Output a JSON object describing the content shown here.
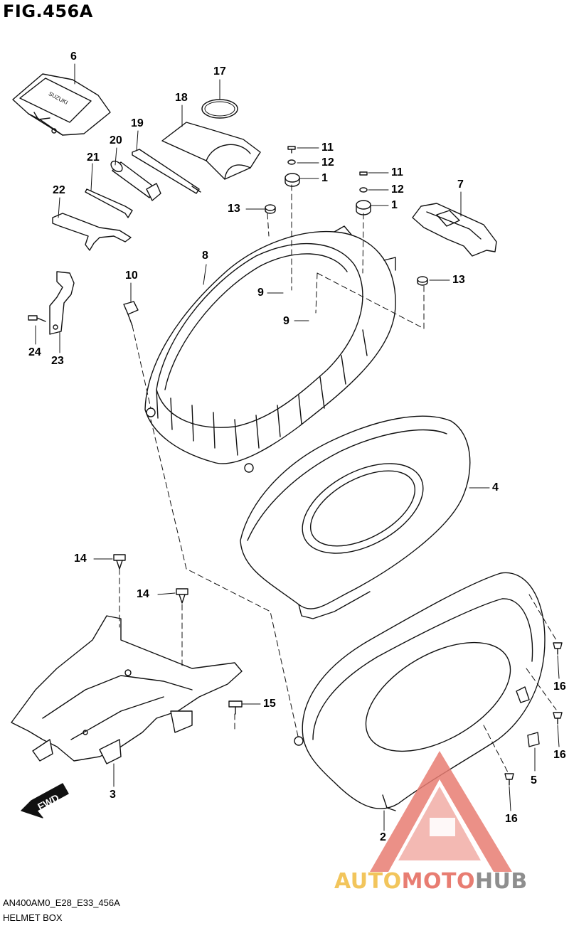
{
  "figure": {
    "title": "FIG.456A",
    "code": "AN400AM0_E28_E33_456A",
    "caption": "HELMET BOX"
  },
  "callouts": [
    {
      "id": "c6",
      "label": "6"
    },
    {
      "id": "c17",
      "label": "17"
    },
    {
      "id": "c18",
      "label": "18"
    },
    {
      "id": "c19",
      "label": "19"
    },
    {
      "id": "c20",
      "label": "20"
    },
    {
      "id": "c21",
      "label": "21"
    },
    {
      "id": "c22",
      "label": "22"
    },
    {
      "id": "c11a",
      "label": "11"
    },
    {
      "id": "c12a",
      "label": "12"
    },
    {
      "id": "c1a",
      "label": "1"
    },
    {
      "id": "c11b",
      "label": "11"
    },
    {
      "id": "c12b",
      "label": "12"
    },
    {
      "id": "c1b",
      "label": "1"
    },
    {
      "id": "c7",
      "label": "7"
    },
    {
      "id": "c13a",
      "label": "13"
    },
    {
      "id": "c8",
      "label": "8"
    },
    {
      "id": "c10",
      "label": "10"
    },
    {
      "id": "c13b",
      "label": "13"
    },
    {
      "id": "c9a",
      "label": "9"
    },
    {
      "id": "c9b",
      "label": "9"
    },
    {
      "id": "c24",
      "label": "24"
    },
    {
      "id": "c23",
      "label": "23"
    },
    {
      "id": "c4",
      "label": "4"
    },
    {
      "id": "c14a",
      "label": "14"
    },
    {
      "id": "c14b",
      "label": "14"
    },
    {
      "id": "c15",
      "label": "15"
    },
    {
      "id": "c16a",
      "label": "16"
    },
    {
      "id": "c16b",
      "label": "16"
    },
    {
      "id": "c5",
      "label": "5"
    },
    {
      "id": "c16c",
      "label": "16"
    },
    {
      "id": "c3",
      "label": "3"
    },
    {
      "id": "c2",
      "label": "2"
    }
  ],
  "fwd_label": "FWD",
  "icons": {
    "fwd_arrow": "forward-arrow-icon",
    "watermark_logo": "automotohub-logo-icon"
  },
  "watermark": {
    "part1": "AUTO",
    "part2": "MOTO",
    "part3": "HUB",
    "colors": [
      "#f2c55c",
      "#e87d72",
      "#8e8e8e"
    ]
  }
}
